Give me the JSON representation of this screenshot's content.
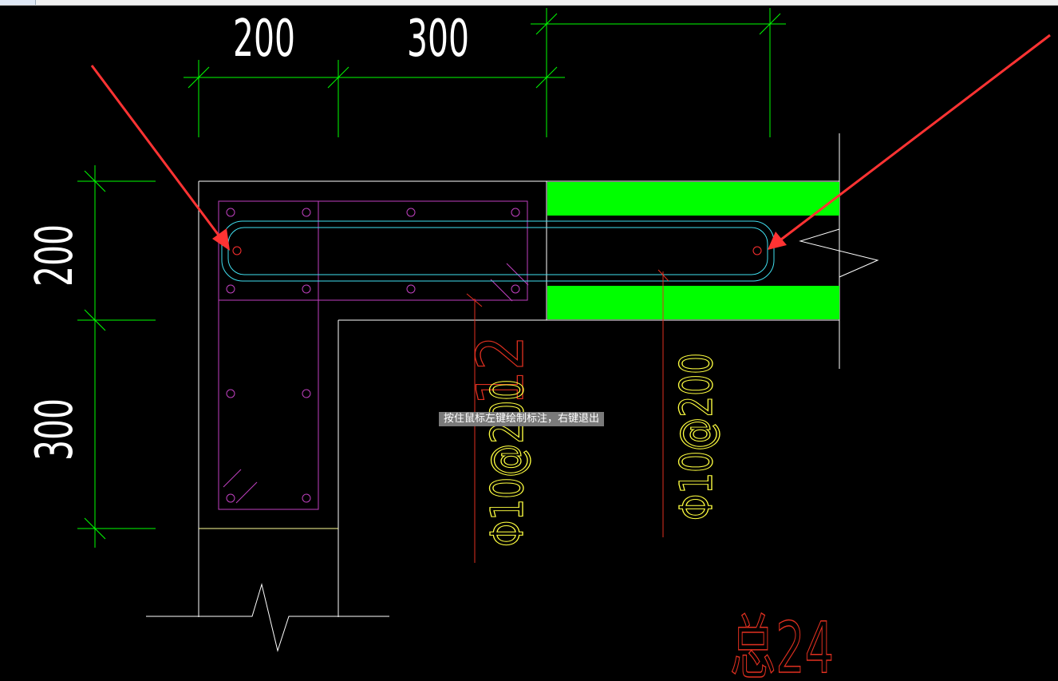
{
  "colors": {
    "background": "#000000",
    "dimension": "#00ff00",
    "outline": "#ffffff",
    "rebar_frame": "#c040c0",
    "stirrup": "#40e0f0",
    "leader": "#e03020",
    "annotation": "#ffff40",
    "hatch_fill": "#00ff00",
    "arrow": "#ff3333"
  },
  "dimensions": {
    "top_left": "200",
    "top_mid": "300",
    "left_upper": "200",
    "left_lower": "300"
  },
  "annotations": {
    "rebar_label_1": "12",
    "stirrup_label_1": "Φ10@200",
    "stirrup_label_2": "Φ10@200",
    "total_label": "总24"
  },
  "tooltip": {
    "text": "按住鼠标左键绘制标注，右键退出"
  }
}
